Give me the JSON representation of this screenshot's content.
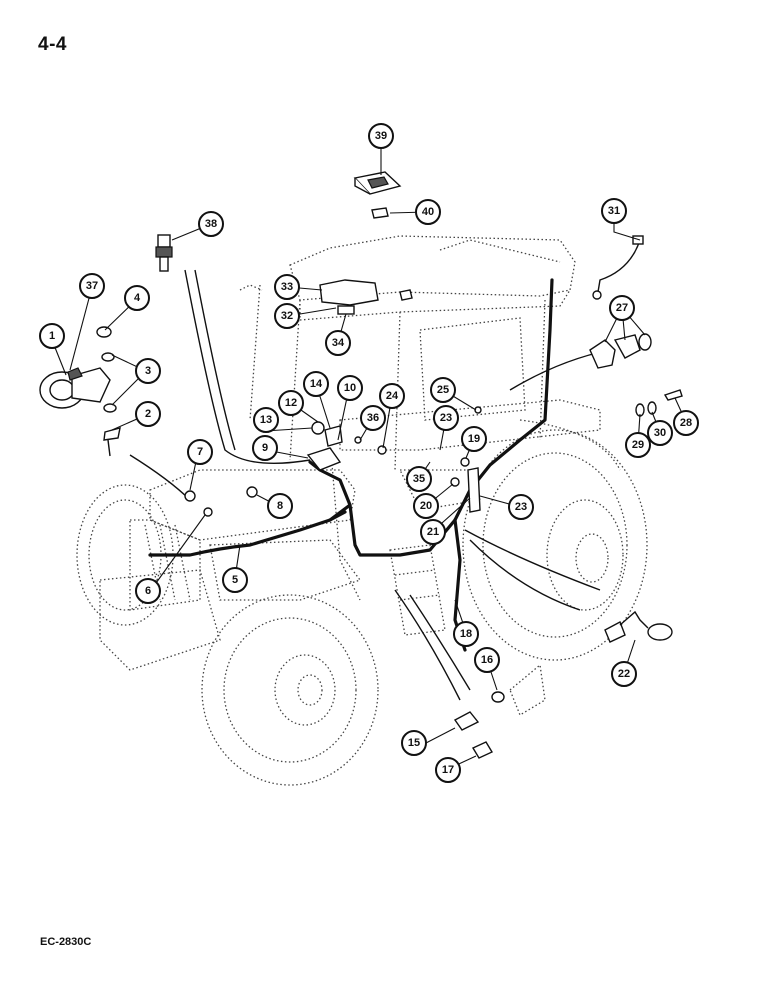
{
  "page": {
    "number": "4-4",
    "code": "EC-2830C"
  },
  "callouts": [
    {
      "id": "c1",
      "label": "1"
    },
    {
      "id": "c2",
      "label": "2"
    },
    {
      "id": "c3",
      "label": "3"
    },
    {
      "id": "c4",
      "label": "4"
    },
    {
      "id": "c5",
      "label": "5"
    },
    {
      "id": "c6",
      "label": "6"
    },
    {
      "id": "c7",
      "label": "7"
    },
    {
      "id": "c8",
      "label": "8"
    },
    {
      "id": "c9",
      "label": "9"
    },
    {
      "id": "c10",
      "label": "10"
    },
    {
      "id": "c12",
      "label": "12"
    },
    {
      "id": "c13",
      "label": "13"
    },
    {
      "id": "c14",
      "label": "14"
    },
    {
      "id": "c15",
      "label": "15"
    },
    {
      "id": "c16",
      "label": "16"
    },
    {
      "id": "c17",
      "label": "17"
    },
    {
      "id": "c18",
      "label": "18"
    },
    {
      "id": "c19",
      "label": "19"
    },
    {
      "id": "c20",
      "label": "20"
    },
    {
      "id": "c21",
      "label": "21"
    },
    {
      "id": "c22",
      "label": "22"
    },
    {
      "id": "c23a",
      "label": "23"
    },
    {
      "id": "c23b",
      "label": "23"
    },
    {
      "id": "c24",
      "label": "24"
    },
    {
      "id": "c25",
      "label": "25"
    },
    {
      "id": "c27",
      "label": "27"
    },
    {
      "id": "c28",
      "label": "28"
    },
    {
      "id": "c29",
      "label": "29"
    },
    {
      "id": "c30",
      "label": "30"
    },
    {
      "id": "c31",
      "label": "31"
    },
    {
      "id": "c32",
      "label": "32"
    },
    {
      "id": "c33",
      "label": "33"
    },
    {
      "id": "c34",
      "label": "34"
    },
    {
      "id": "c35",
      "label": "35"
    },
    {
      "id": "c36",
      "label": "36"
    },
    {
      "id": "c37",
      "label": "37"
    },
    {
      "id": "c38",
      "label": "38"
    },
    {
      "id": "c39",
      "label": "39"
    },
    {
      "id": "c40",
      "label": "40"
    }
  ]
}
